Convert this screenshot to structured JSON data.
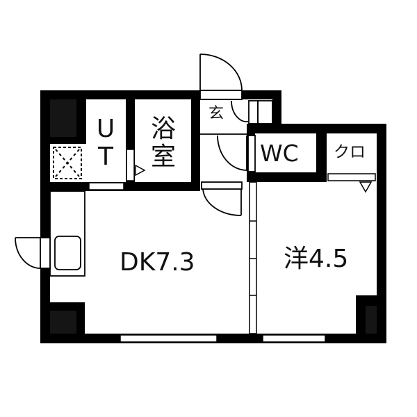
{
  "floorplan": {
    "colors": {
      "wall": "#000000",
      "pillar": "#151515",
      "background": "#ffffff",
      "line": "#000000"
    },
    "rooms": [
      {
        "id": "ut",
        "label_line1": "U",
        "label_line2": "T"
      },
      {
        "id": "bath",
        "label_line1": "浴",
        "label_line2": "室"
      },
      {
        "id": "entrance",
        "label": "玄"
      },
      {
        "id": "wc",
        "label": "WC"
      },
      {
        "id": "closet",
        "label": "クロ"
      },
      {
        "id": "dk",
        "label": "DK7.3"
      },
      {
        "id": "western",
        "label": "洋4.5"
      }
    ]
  }
}
